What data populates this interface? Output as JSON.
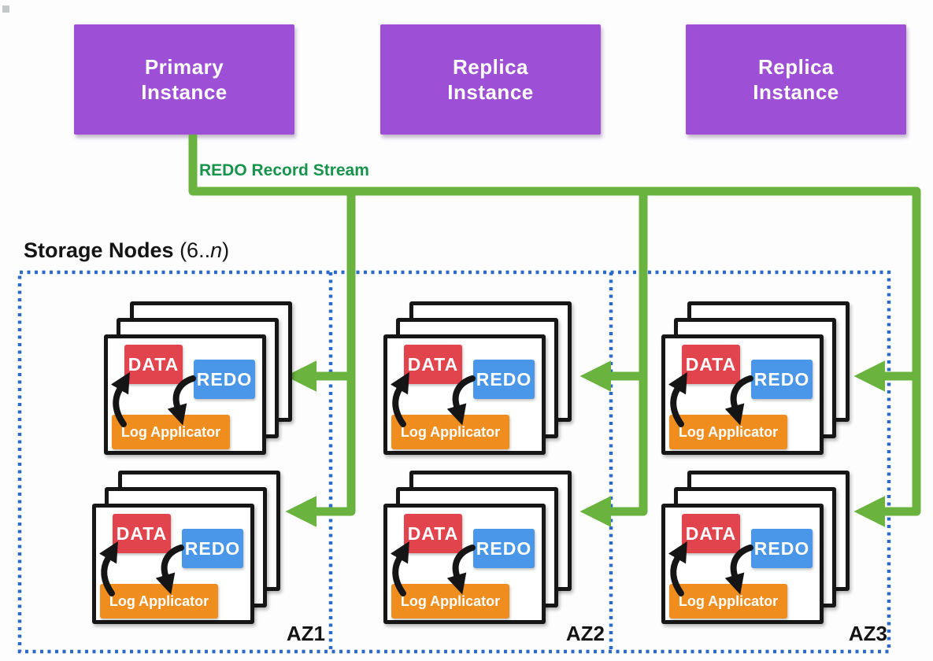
{
  "instances": [
    {
      "label": "Primary\nInstance"
    },
    {
      "label": "Replica\nInstance"
    },
    {
      "label": "Replica\nInstance"
    }
  ],
  "stream_label": "REDO Record Stream",
  "storage_title": {
    "bold": "Storage Nodes",
    "range_open": "(6..",
    "range_n": "n",
    "range_close": ")"
  },
  "zones": [
    {
      "name": "AZ1"
    },
    {
      "name": "AZ2"
    },
    {
      "name": "AZ3"
    }
  ],
  "node_card": {
    "data": "DATA",
    "redo": "REDO",
    "log_applicator": "Log Applicator"
  },
  "colors": {
    "instance_purple": "#9d50d5",
    "stream_green": "#6ab33f",
    "stream_text_green": "#18934b",
    "az_border_blue": "#2d6ac8",
    "data_red": "#e2444e",
    "redo_blue": "#4a96e8",
    "log_orange": "#ef8e1e",
    "card_border_black": "#161616"
  }
}
